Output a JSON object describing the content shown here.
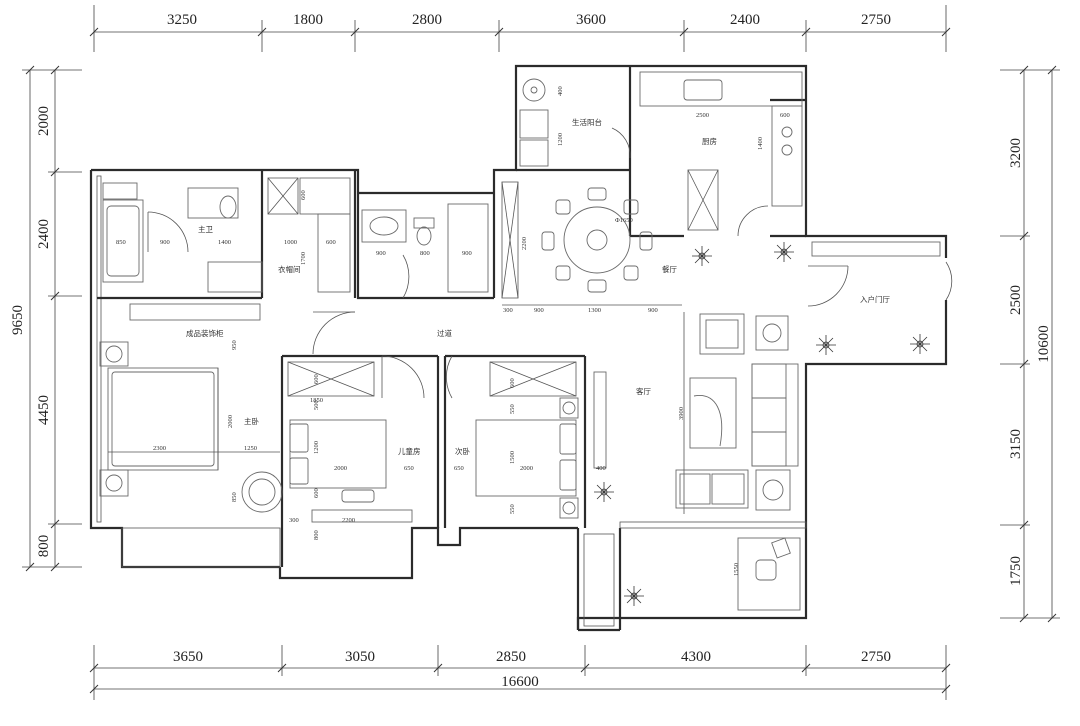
{
  "dimensions": {
    "top": [
      "3250",
      "1800",
      "2800",
      "3600",
      "2400",
      "2750"
    ],
    "bottom": [
      "3650",
      "3050",
      "2850",
      "4300",
      "2750"
    ],
    "bottom_total": "16600",
    "left": [
      "2000",
      "2400",
      "4450",
      "800"
    ],
    "left_total": "9650",
    "right": [
      "3200",
      "2500",
      "3150",
      "1750"
    ],
    "right_total": "10600"
  },
  "rooms": {
    "master_bath": "主卫",
    "wardrobe": "衣帽间",
    "master_bedroom": "主卧",
    "finished_cabinet": "成品装饰柜",
    "corridor": "过道",
    "kids_room": "儿童房",
    "second_bedroom": "次卧",
    "living_room": "客厅",
    "dining_room": "餐厅",
    "kitchen": "厨房",
    "utility_balcony": "生活阳台",
    "entry_hall": "入户门厅"
  },
  "interior_dims": {
    "mb_850": "850",
    "mb_900": "900",
    "mb_1400": "1400",
    "wr_1000": "1000",
    "wr_600": "600",
    "wr_600b": "600",
    "wr_1700": "1700",
    "bath_900a": "900",
    "bath_800": "800",
    "bath_900b": "900",
    "din_2200": "2200",
    "din_1650": "Φ1650",
    "row_300": "300",
    "row_900a": "900",
    "row_1300": "1300",
    "row_900b": "900",
    "util_400": "400",
    "util_1200": "1200",
    "kit_2500": "2500",
    "kit_600": "600",
    "kit_1400": "1400",
    "cab_950": "950",
    "mbed_2300": "2300",
    "mbed_1250": "1250",
    "mbed_2000": "2000",
    "mbed_850": "850",
    "kid_600": "600",
    "kid_1850": "1850",
    "kid_500": "500",
    "kid_1200": "1200",
    "kid_2000": "2000",
    "kid_650": "650",
    "kid_600b": "600",
    "kid_2200": "2200",
    "kid_300": "300",
    "kid_800": "800",
    "sec_600": "600",
    "sec_650": "650",
    "sec_550": "550",
    "sec_1500": "1500",
    "sec_2000": "2000",
    "sec_550b": "550",
    "sec_400": "400",
    "liv_3900": "3900",
    "bal_1550": "1550"
  }
}
